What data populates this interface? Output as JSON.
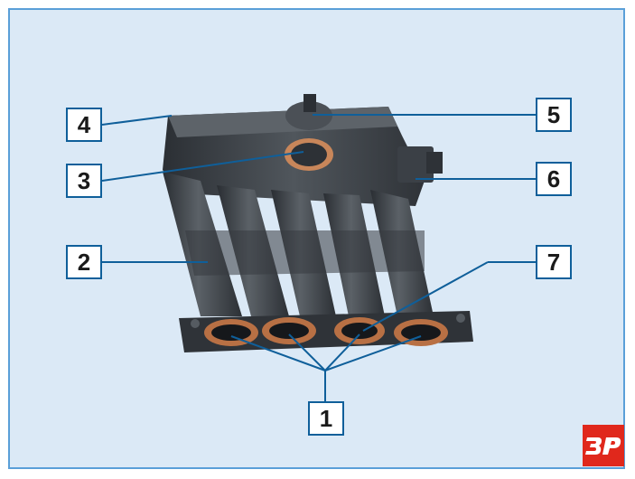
{
  "labels": [
    {
      "id": "1",
      "text": "1"
    },
    {
      "id": "2",
      "text": "2"
    },
    {
      "id": "3",
      "text": "3"
    },
    {
      "id": "4",
      "text": "4"
    },
    {
      "id": "5",
      "text": "5"
    },
    {
      "id": "6",
      "text": "6"
    },
    {
      "id": "7",
      "text": "7"
    }
  ],
  "brand": {
    "text": "3P",
    "color": "#e0281c"
  },
  "colors": {
    "background": "#dbe9f6",
    "frame": "#5a9fd8",
    "callout_line": "#0f5f9a",
    "part": "#3b4046"
  }
}
